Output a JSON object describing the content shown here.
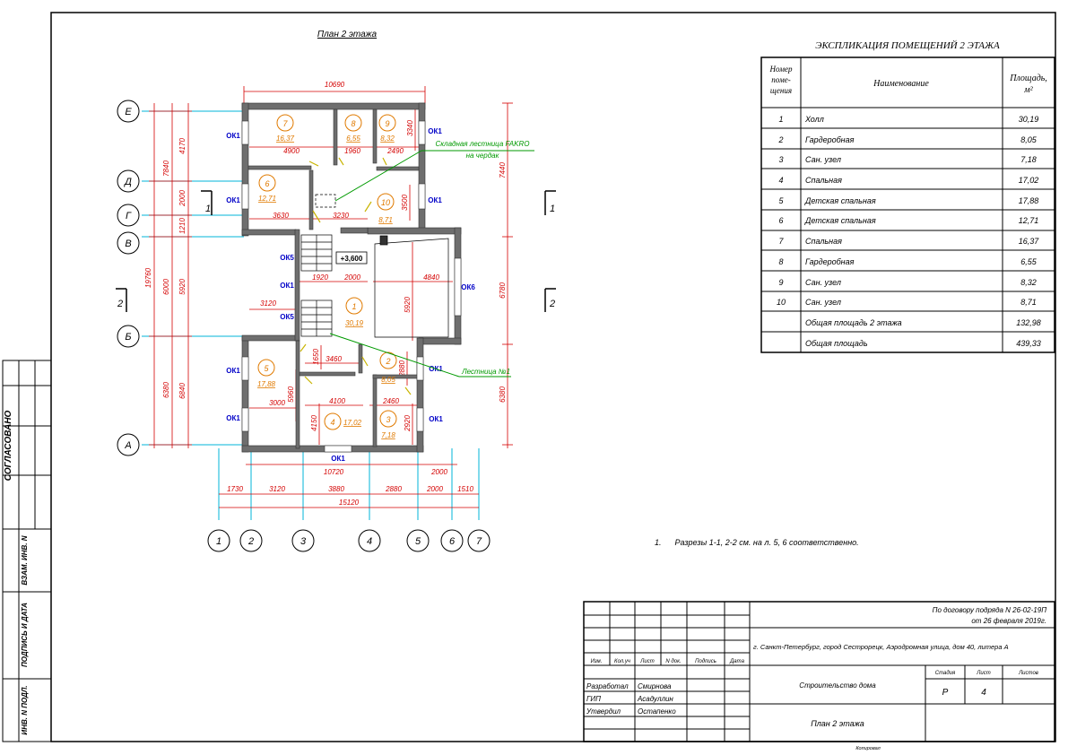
{
  "sheet": {
    "plan_title": "План 2 этажа",
    "level_mark": "+3,600",
    "note": "1.      Разрезы 1-1, 2-2 см. на л. 5, 6 соответственно.",
    "stair_attic_label_1": "Складная лестница FAKRO",
    "stair_attic_label_2": "на чердак",
    "stair_label": "Лестница №1"
  },
  "explication": {
    "title": "ЭКСПЛИКАЦИЯ ПОМЕЩЕНИЙ 2 ЭТАЖА",
    "col_number": [
      "Номер",
      "поме-",
      "щения"
    ],
    "col_name": "Наименование",
    "col_area": [
      "Площадь,",
      "м²"
    ],
    "rows": [
      {
        "num": "1",
        "name": "Холл",
        "area": "30,19"
      },
      {
        "num": "2",
        "name": "Гардеробная",
        "area": "8,05"
      },
      {
        "num": "3",
        "name": "Сан. узел",
        "area": "7,18"
      },
      {
        "num": "4",
        "name": "Спальная",
        "area": "17,02"
      },
      {
        "num": "5",
        "name": "Детская спальная",
        "area": "17,88"
      },
      {
        "num": "6",
        "name": "Детская спальная",
        "area": "12,71"
      },
      {
        "num": "7",
        "name": "Спальная",
        "area": "16,37"
      },
      {
        "num": "8",
        "name": "Гардеробная",
        "area": "6,55"
      },
      {
        "num": "9",
        "name": "Сан. узел",
        "area": "8,32"
      },
      {
        "num": "10",
        "name": "Сан. узел",
        "area": "8,71"
      }
    ],
    "total_floor": {
      "name": "Общая площадь 2 этажа",
      "area": "132,98"
    },
    "total": {
      "name": "Общая площадь",
      "area": "439,33"
    }
  },
  "axes": {
    "letters": [
      "Е",
      "Д",
      "Г",
      "В",
      "Б",
      "А"
    ],
    "numbers": [
      "1",
      "2",
      "3",
      "4",
      "5",
      "6",
      "7"
    ]
  },
  "dims": {
    "top_overall": "10690",
    "bottom_overall": "10720",
    "bottom_2000": "2000",
    "chain": [
      "1730",
      "3120",
      "3880",
      "2880",
      "2000",
      "1510"
    ],
    "total": "15120",
    "left_outer": "19760",
    "left_mid": [
      "7840",
      "6000",
      "6380"
    ],
    "left_inner": [
      "4170",
      "2000",
      "1210",
      "5920",
      "6840"
    ],
    "right_outer": [
      "7440",
      "6780",
      "6380"
    ],
    "interior": {
      "d4900": "4900",
      "d1960": "1960",
      "d2490": "2490",
      "d3340": "3340",
      "d3630": "3630",
      "d3230": "3230",
      "d3500": "3500",
      "d1920": "1920",
      "d2000": "2000",
      "d4840": "4840",
      "d5920": "5920",
      "d3120": "3120",
      "d1650": "1650",
      "d3460": "3460",
      "d2880": "2880",
      "d3000": "3000",
      "d5960": "5960",
      "d4100": "4100",
      "d2460": "2460",
      "d4150": "4150",
      "d2920": "2920"
    }
  },
  "rooms": [
    {
      "num": "1",
      "area": "30,19"
    },
    {
      "num": "2",
      "area": "8,05"
    },
    {
      "num": "3",
      "area": "7,18"
    },
    {
      "num": "4",
      "area": "17,02"
    },
    {
      "num": "5",
      "area": "17,88"
    },
    {
      "num": "6",
      "area": "12,71"
    },
    {
      "num": "7",
      "area": "16,37"
    },
    {
      "num": "8",
      "area": "6,55"
    },
    {
      "num": "9",
      "area": "8,32"
    },
    {
      "num": "10",
      "area": "8,71"
    }
  ],
  "windows": {
    "ok1": "ОК1",
    "ok5": "ОК5",
    "ok6": "ОК6"
  },
  "cuts": {
    "c1": "1",
    "c2": "2"
  },
  "left_stamp": [
    "СОГЛАСОВАНО",
    "ВЗАМ. ИНВ. N",
    "ПОДПИСЬ И ДАТА",
    "ИНВ. N ПОДЛ."
  ],
  "stamp": {
    "contract_1": "По договору подряда N 26-02-19П",
    "contract_2": "от 26 февраля 2019г.",
    "address": "г. Санкт-Петербург, город Сестрорецк, Аэродромная улица, дом 40, литера А",
    "head_cols": [
      "Изм.",
      "Кол.уч",
      "Лист",
      "N док.",
      "Подпись",
      "Дата"
    ],
    "people": [
      {
        "role": "Разработал",
        "name": "Смирнова"
      },
      {
        "role": "ГИП",
        "name": "Асадуллин"
      },
      {
        "role": "Утвердил",
        "name": "Остапенко"
      }
    ],
    "object": "Строительство дома",
    "stage_label": "Стадия",
    "sheet_label": "Лист",
    "sheets_label": "Листов",
    "stage": "Р",
    "sheet": "4",
    "drawing": "План 2 этажа",
    "format": "Копировал"
  }
}
